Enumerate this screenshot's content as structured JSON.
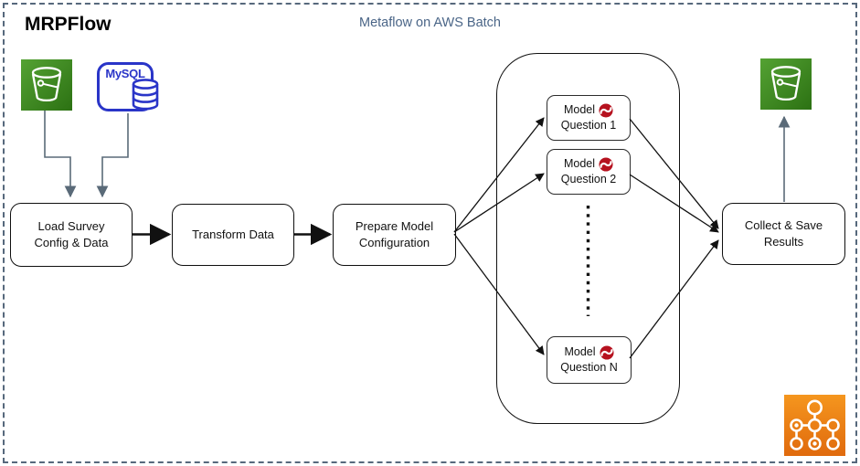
{
  "header": {
    "title": "MRPFlow",
    "subtitle": "Metaflow on AWS Batch"
  },
  "sources": {
    "mysql_label": "MySQL"
  },
  "steps": {
    "load": {
      "line1": "Load Survey",
      "line2": "Config & Data"
    },
    "transform": {
      "line1": "Transform Data",
      "line2": ""
    },
    "prepare": {
      "line1": "Prepare Model",
      "line2": "Configuration"
    },
    "collect": {
      "line1": "Collect & Save",
      "line2": "Results"
    }
  },
  "models": [
    {
      "name": "Model",
      "question": "Question 1"
    },
    {
      "name": "Model",
      "question": "Question 2"
    },
    {
      "name": "Model",
      "question": "Question N"
    }
  ],
  "colors": {
    "s3_green": "#3f8a1e",
    "mysql_blue": "#2a35c8",
    "stan_red": "#b6121f",
    "batch_orange": "#ed7100",
    "subtitle_blue": "#4a6587",
    "connector_gray": "#5a6a78",
    "frame_dash": "#56687c"
  }
}
